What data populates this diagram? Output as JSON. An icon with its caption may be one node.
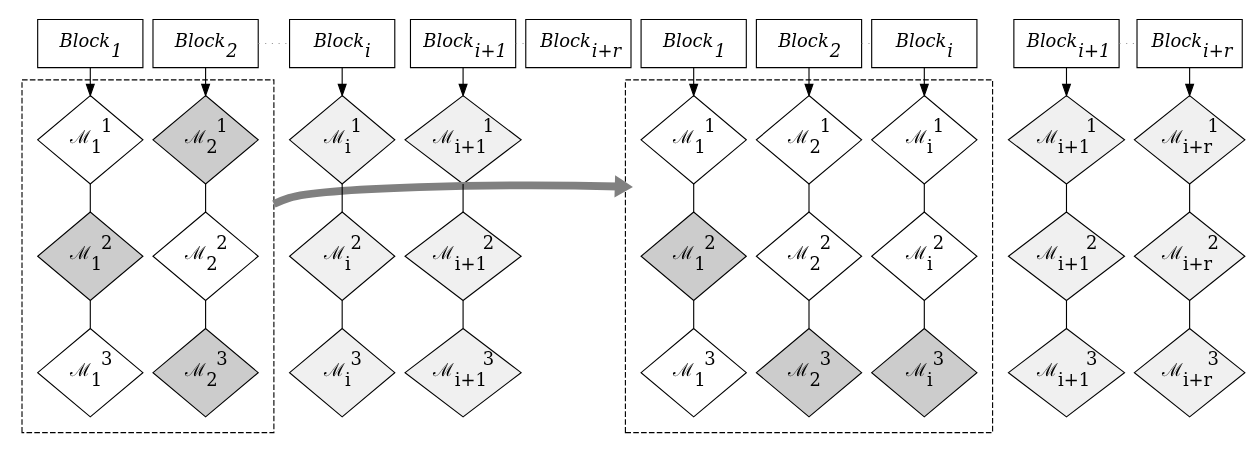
{
  "diagram": {
    "nodes": [
      {
        "text": [
          "Block$_{1}$"
        ]
      },
      {
        "text": [
          "Block$_{2}$"
        ]
      },
      {
        "text": [
          "Block$_{i}$"
        ]
      },
      {
        "text": [
          "Block$_{i+1}$"
        ]
      },
      {
        "text": [
          "Block$_{i+r}$"
        ]
      },
      {
        "text": [],
        "shape": "box"
      },
      {
        "text": [
          "ℳ$_{1}$$^{1}$"
        ],
        "in": 5
      },
      {
        "text": [
          "ℳ$_{2}$$^{1}$"
        ],
        "in": 5
      },
      {
        "text": [
          "ℳ$_{i}$$^{1}$"
        ]
      },
      {
        "text": [
          "ℳ$_{i+1}$$^{1}$"
        ]
      },
      {
        "text": [
          "ℳ$_{1}$$^{2}$"
        ],
        "in": 5
      },
      {
        "text": [
          "ℳ$_{2}$$^{2}$"
        ],
        "in": 5
      },
      {
        "text": [
          "ℳ$_{i}$$^{2}$"
        ]
      },
      {
        "text": [
          "ℳ$_{i+1}$$^{2}$"
        ]
      },
      {
        "text": [
          "ℳ$_{1}$$^{3}$"
        ],
        "in": 5
      },
      {
        "text": [
          "ℳ$_{2}$$^{3}$"
        ],
        "in": 5
      },
      {
        "text": [
          "ℳ$_{i}$$^{3}$"
        ]
      },
      {
        "text": [
          "ℳ$_{i+1}$$^{3}$"
        ]
      },
      {
        "text": [
          "Block$_{1}$"
        ]
      },
      {
        "text": [
          "Block$_{2}$"
        ]
      },
      {
        "text": [
          "Block$_{i}$"
        ]
      },
      {
        "text": [
          "Block$_{i+1}$"
        ]
      },
      {
        "text": [
          "Block$_{i+r}$"
        ]
      },
      {
        "text": [],
        "shape": "box"
      },
      {
        "text": [
          "ℳ$_{1}$$^{1}$"
        ],
        "in": 23
      },
      {
        "text": [
          "ℳ$_{2}$$^{1}$"
        ],
        "in": 23
      },
      {
        "text": [
          "ℳ$_{i}$$^{1}$"
        ],
        "in": 23
      },
      {
        "text": [
          "ℳ$_{i+1}$$^{1}$"
        ]
      },
      {
        "text": [
          "ℳ$_{i+r}$$^{1}$"
        ]
      },
      {
        "text": [
          "ℳ$_{1}$$^{2}$"
        ],
        "in": 23
      },
      {
        "text": [
          "ℳ$_{2}$$^{2}$"
        ],
        "in": 23
      },
      {
        "text": [
          "ℳ$_{i}$$^{2}$"
        ],
        "in": 23
      },
      {
        "text": [
          "ℳ$_{i+1}$$^{2}$"
        ]
      },
      {
        "text": [
          "ℳ$_{i+r}$$^{2}$"
        ]
      },
      {
        "text": [
          "ℳ$_{1}$$^{3}$"
        ],
        "in": 23
      },
      {
        "text": [
          "ℳ$_{2}$$^{3}$"
        ],
        "in": 23
      },
      {
        "text": [
          "ℳ$_{i}$$^{3}$"
        ],
        "in": 23
      },
      {
        "text": [
          "ℳ$_{i+1}$$^{3}$"
        ]
      },
      {
        "text": [
          "ℳ$_{i+r}$$^{3}$"
        ]
      }
    ],
    "edges": [
      {
        "from": 1,
        "to": 2,
        "arrow": "none",
        "style": "dashed",
        "color": "#999999"
      },
      {
        "from": 3,
        "to": 4,
        "arrow": "none",
        "style": "dashed",
        "color": "#999999"
      },
      {
        "from": 0,
        "to": 6,
        "arrow": "to"
      },
      {
        "from": 1,
        "to": 7,
        "arrow": "to"
      },
      {
        "from": 2,
        "to": 8,
        "arrow": "to"
      },
      {
        "from": 3,
        "to": 9,
        "arrow": "to"
      },
      {
        "from": 6,
        "to": 10,
        "arrow": "none"
      },
      {
        "from": 10,
        "to": 14,
        "arrow": "none"
      },
      {
        "from": 7,
        "to": 11,
        "arrow": "none"
      },
      {
        "from": 11,
        "to": 15,
        "arrow": "none"
      },
      {
        "from": 8,
        "to": 12,
        "arrow": "none"
      },
      {
        "from": 12,
        "to": 16,
        "arrow": "none"
      },
      {
        "from": 9,
        "to": 13,
        "arrow": "none"
      },
      {
        "from": 13,
        "to": 17,
        "arrow": "none"
      },
      {
        "from": 5,
        "to": 23,
        "arrow": "to",
        "style": "thick",
        "color": "#808080"
      },
      {
        "from": 19,
        "to": 20,
        "arrow": "none",
        "style": "dashed",
        "color": "#999999"
      },
      {
        "from": 21,
        "to": 22,
        "arrow": "none",
        "style": "dashed",
        "color": "#999999"
      },
      {
        "from": 18,
        "to": 24,
        "arrow": "to"
      },
      {
        "from": 19,
        "to": 25,
        "arrow": "to"
      },
      {
        "from": 20,
        "to": 26,
        "arrow": "to"
      },
      {
        "from": 21,
        "to": 27,
        "arrow": "to"
      },
      {
        "from": 22,
        "to": 28,
        "arrow": "to"
      },
      {
        "from": 24,
        "to": 29,
        "arrow": "none"
      },
      {
        "from": 29,
        "to": 34,
        "arrow": "none"
      },
      {
        "from": 25,
        "to": 30,
        "arrow": "none"
      },
      {
        "from": 30,
        "to": 35,
        "arrow": "none"
      },
      {
        "from": 26,
        "to": 31,
        "arrow": "none"
      },
      {
        "from": 31,
        "to": 36,
        "arrow": "none"
      },
      {
        "from": 27,
        "to": 32,
        "arrow": "none"
      },
      {
        "from": 32,
        "to": 37,
        "arrow": "none"
      },
      {
        "from": 28,
        "to": 33,
        "arrow": "none"
      },
      {
        "from": 33,
        "to": 38,
        "arrow": "none"
      }
    ]
  }
}
